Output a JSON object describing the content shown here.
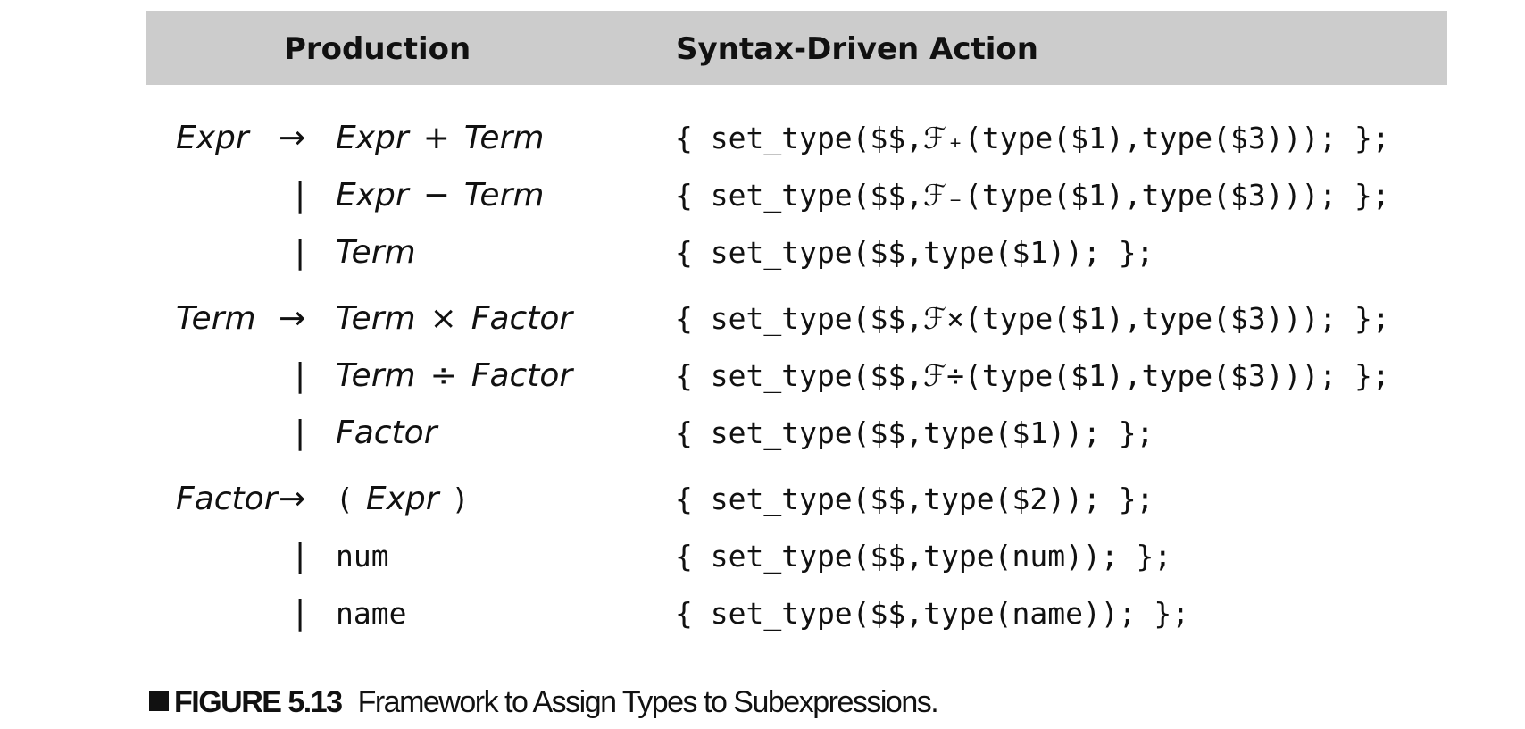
{
  "header": {
    "production_label": "Production",
    "action_label": "Syntax-Driven Action"
  },
  "rows": [
    {
      "lhs": "Expr",
      "sym": "→",
      "parts": [
        [
          "nt",
          "Expr"
        ],
        [
          "op",
          "+"
        ],
        [
          "nt",
          "Term"
        ]
      ],
      "action": "{ set_type($$,ℱ₊(type($1),type($3))); };"
    },
    {
      "lhs": "",
      "sym": "|",
      "parts": [
        [
          "nt",
          "Expr"
        ],
        [
          "op",
          "−"
        ],
        [
          "nt",
          "Term"
        ]
      ],
      "action": "{ set_type($$,ℱ₋(type($1),type($3))); };"
    },
    {
      "lhs": "",
      "sym": "|",
      "parts": [
        [
          "nt",
          "Term"
        ]
      ],
      "action": "{ set_type($$,type($1)); };"
    },
    {
      "lhs": "Term",
      "sym": "→",
      "parts": [
        [
          "nt",
          "Term"
        ],
        [
          "op",
          "×"
        ],
        [
          "nt",
          "Factor"
        ]
      ],
      "action": "{ set_type($$,ℱ×(type($1),type($3))); };"
    },
    {
      "lhs": "",
      "sym": "|",
      "parts": [
        [
          "nt",
          "Term"
        ],
        [
          "op",
          "÷"
        ],
        [
          "nt",
          "Factor"
        ]
      ],
      "action": "{ set_type($$,ℱ÷(type($1),type($3))); };"
    },
    {
      "lhs": "",
      "sym": "|",
      "parts": [
        [
          "nt",
          "Factor"
        ]
      ],
      "action": "{ set_type($$,type($1)); };"
    },
    {
      "lhs": "Factor",
      "sym": "→",
      "parts": [
        [
          "tok",
          "("
        ],
        [
          "nt",
          "Expr"
        ],
        [
          "tok",
          ")"
        ]
      ],
      "action": "{ set_type($$,type($2)); };"
    },
    {
      "lhs": "",
      "sym": "|",
      "parts": [
        [
          "tok",
          "num"
        ]
      ],
      "action": "{ set_type($$,type(num)); };"
    },
    {
      "lhs": "",
      "sym": "|",
      "parts": [
        [
          "tok",
          "name"
        ]
      ],
      "action": "{ set_type($$,type(name)); };"
    }
  ],
  "caption": {
    "figure": "FIGURE 5.13",
    "text": "Framework to Assign Types to Subexpressions."
  }
}
